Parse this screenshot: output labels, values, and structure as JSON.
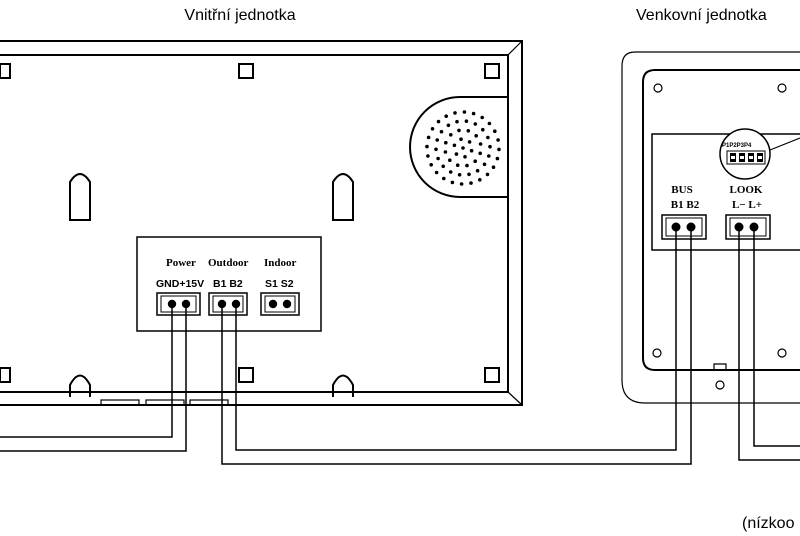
{
  "labels": {
    "indoor_unit": "Vnitřní jednotka",
    "outdoor_unit": "Venkovní jednotka",
    "footnote": "(nízkoo"
  },
  "indoor_terminal": {
    "header_power": "Power",
    "header_outdoor": "Outdoor",
    "header_indoor": "Indoor",
    "pins_power": "GND+15V",
    "pins_outdoor": "B1 B2",
    "pins_indoor": "S1 S2"
  },
  "outdoor_terminal": {
    "bus_title": "BUS",
    "bus_pins": "B1 B2",
    "lock_title": "LOOK",
    "lock_pins": "L− L+",
    "dip_label": "P1P2P3P4"
  }
}
